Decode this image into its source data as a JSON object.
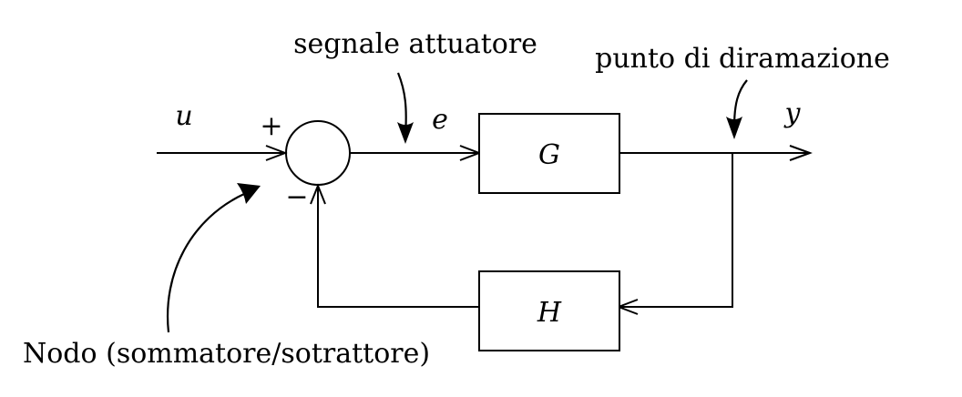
{
  "annotations": {
    "actuator_signal": "segnale attuatore",
    "branch_point": "punto di diramazione",
    "summing_node": "Nodo (sommatore/sotrattore)"
  },
  "signals": {
    "input": "u",
    "error": "e",
    "output": "y"
  },
  "blocks": {
    "forward": "G",
    "feedback": "H"
  },
  "summing_junction": {
    "plus_sign": "+",
    "minus_sign": "−"
  }
}
